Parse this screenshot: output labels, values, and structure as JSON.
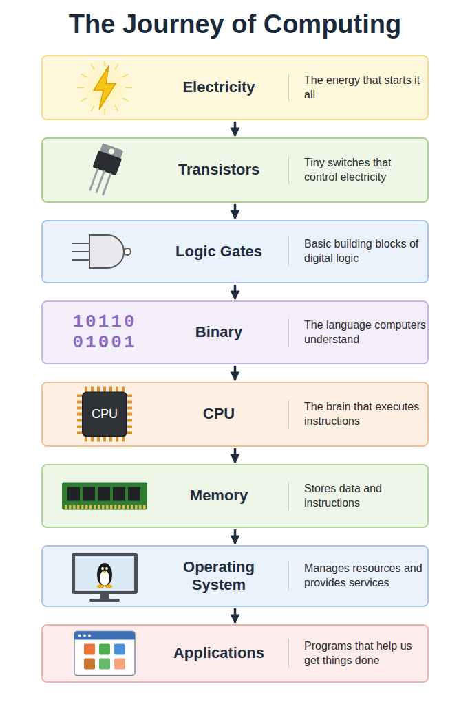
{
  "diagram": {
    "title": "The Journey of Computing",
    "nodes": [
      {
        "text": [
          "Electricity",
          "The energy that starts it all"
        ]
      },
      {
        "text": [
          "Transistors",
          "Tiny switches that control electricity"
        ]
      },
      {
        "text": [
          "Logic Gates",
          "Basic building blocks of digital logic"
        ]
      },
      {
        "text": [
          "10110 01001",
          "Binary",
          "The language computers understand"
        ]
      },
      {
        "text": [
          "CPU",
          "CPU",
          "The brain that executes instructions"
        ]
      },
      {
        "text": [
          "Memory",
          "Stores data and instructions"
        ]
      },
      {
        "text": [
          "Operating System",
          "Manages resources and provides services"
        ]
      },
      {
        "text": [
          "Applications",
          "Programs that help us get things done"
        ]
      }
    ],
    "edges": [
      {
        "from": 0,
        "to": 1,
        "arrow": "to"
      },
      {
        "from": 1,
        "to": 2,
        "arrow": "to"
      },
      {
        "from": 2,
        "to": 3,
        "arrow": "to"
      },
      {
        "from": 3,
        "to": 4,
        "arrow": "to"
      },
      {
        "from": 4,
        "to": 5,
        "arrow": "to"
      },
      {
        "from": 5,
        "to": 6,
        "arrow": "to"
      },
      {
        "from": 6,
        "to": 7,
        "arrow": "to"
      }
    ]
  }
}
